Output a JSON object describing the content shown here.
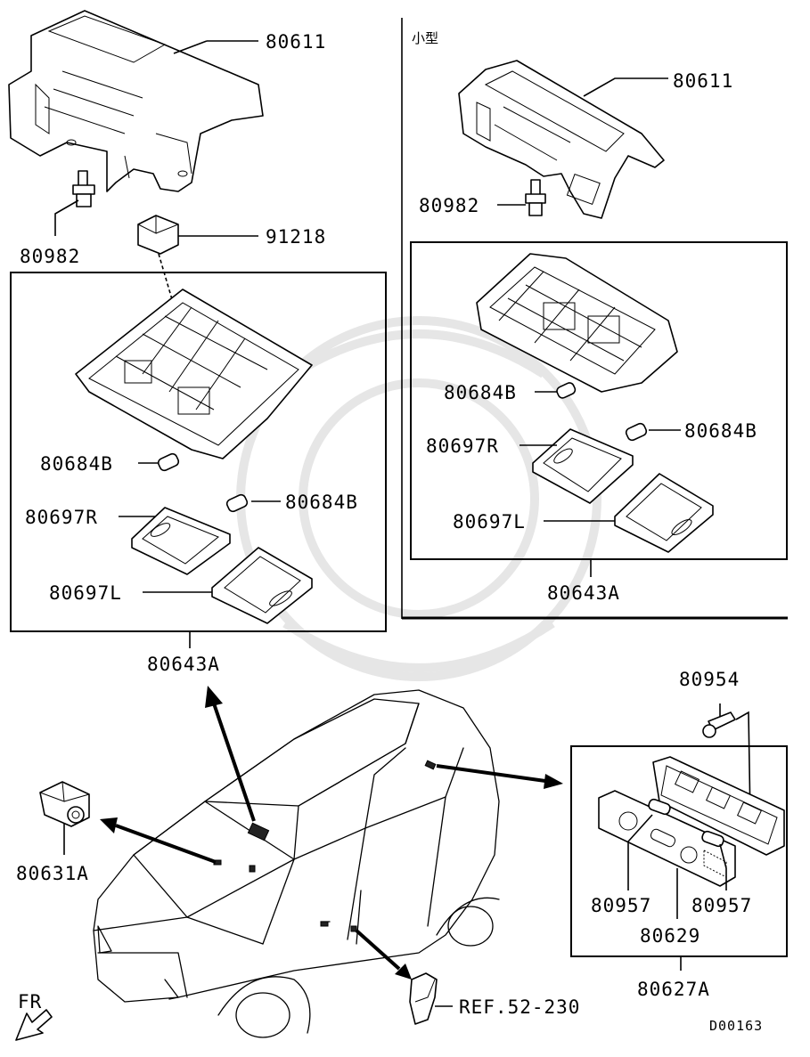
{
  "variant_label": "小型",
  "drawing_id": "D00163",
  "direction_label": "FR",
  "callouts": {
    "bracket_left": "80611",
    "bracket_right": "80611",
    "screw_left": "80982",
    "screw_right": "80982",
    "switch_left": "91218",
    "bulb_left_a": "80684B",
    "bulb_left_b": "80684B",
    "bulb_right_a": "80684B",
    "bulb_right_b": "80684B",
    "lens_r_left": "80697R",
    "lens_r_right": "80697R",
    "lens_l_left": "80697L",
    "lens_l_right": "80697L",
    "assy_left": "80643A",
    "assy_right": "80643A",
    "screw_rear": "80954",
    "bulb_rear_a": "80957",
    "bulb_rear_b": "80957",
    "lens_rear": "80629",
    "assy_rear": "80627A",
    "sensor": "80631A",
    "ref": "REF.52-230"
  }
}
